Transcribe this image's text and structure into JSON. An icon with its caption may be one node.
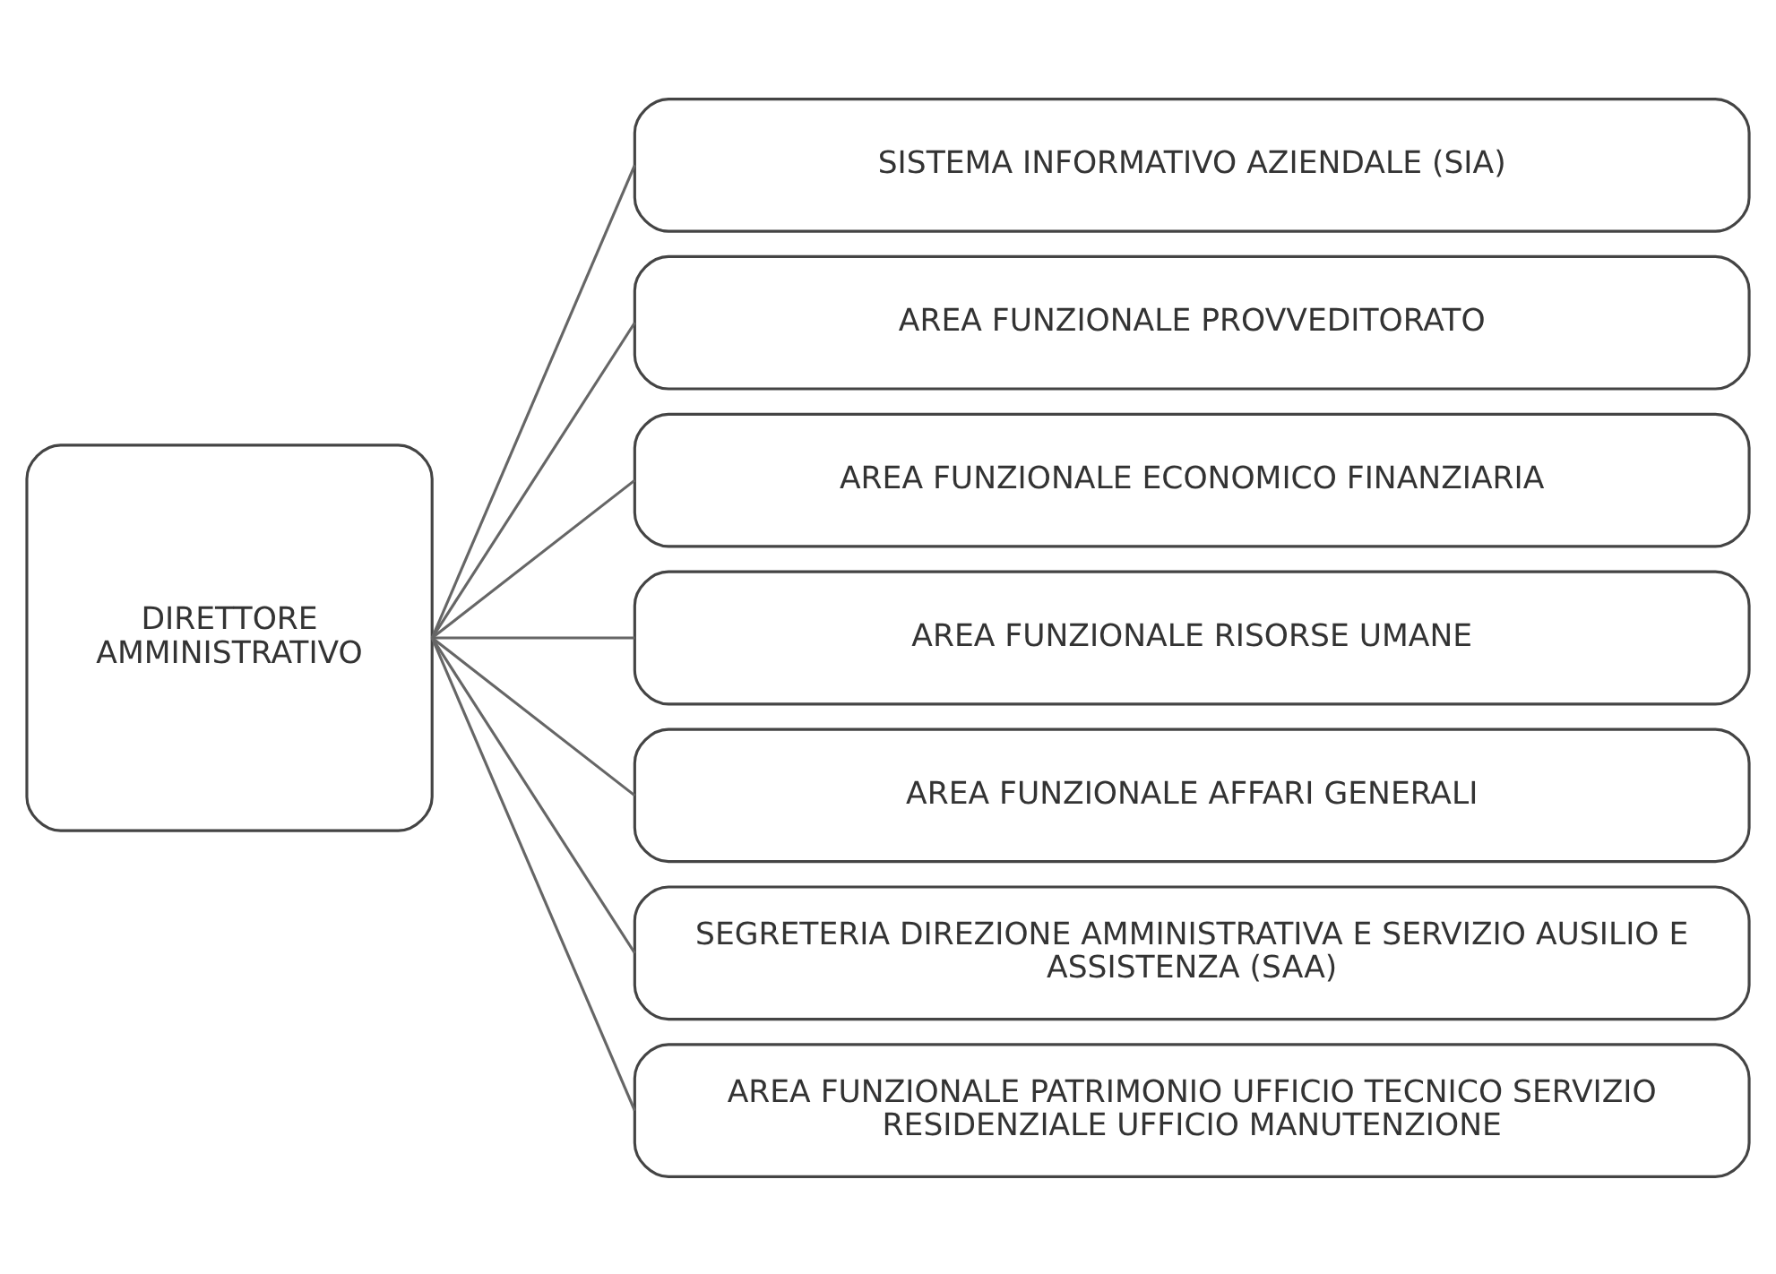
{
  "diagram": {
    "nodes": [
      {
        "text": [
          "DIRETTORE AMMINISTRATIVO"
        ]
      },
      {
        "text": [
          "SISTEMA INFORMATIVO AZIENDALE (SIA)"
        ]
      },
      {
        "text": [
          "AREA FUNZIONALE PROVVEDITORATO"
        ]
      },
      {
        "text": [
          "AREA FUNZIONALE ECONOMICO FINANZIARIA"
        ]
      },
      {
        "text": [
          "AREA FUNZIONALE RISORSE UMANE"
        ]
      },
      {
        "text": [
          "AREA FUNZIONALE AFFARI GENERALI"
        ]
      },
      {
        "text": [
          "SEGRETERIA DIREZIONE AMMINISTRATIVA E SERVIZIO AUSILIO E ASSISTENZA (SAA)"
        ]
      },
      {
        "text": [
          "AREA FUNZIONALE PATRIMONIO UFFICIO TECNICO SERVIZIO RESIDENZIALE UFFICIO MANUTENZIONE"
        ]
      }
    ],
    "edges": [
      {
        "from": 0,
        "to": 1,
        "arrow": "none"
      },
      {
        "from": 0,
        "to": 2,
        "arrow": "none"
      },
      {
        "from": 0,
        "to": 3,
        "arrow": "none"
      },
      {
        "from": 0,
        "to": 4,
        "arrow": "none"
      },
      {
        "from": 0,
        "to": 5,
        "arrow": "none"
      },
      {
        "from": 0,
        "to": 6,
        "arrow": "none"
      },
      {
        "from": 0,
        "to": 7,
        "arrow": "none"
      }
    ]
  }
}
